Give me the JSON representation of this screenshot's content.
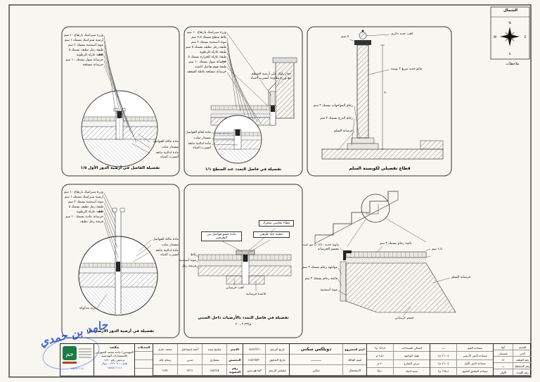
{
  "compass": {
    "title": "الشمال",
    "notes": "ملاحظات",
    "n": "N",
    "s": "S",
    "e": "E",
    "w": "W"
  },
  "p1": {
    "layers": [
      "وزرة سيراميك بارتفاع ١٠ سم",
      "أرضية سيراميك بسمك ١ سم",
      "مونة أسمنتية بسمك ٢ سم",
      "طبقة رمل نظيف بسمك ٥ سم",
      "طبقة عازلة للرطوبة",
      "خرسانة ميول بسمك ١٠ سم",
      "خرسانة مسلحة"
    ],
    "side": [
      "مادة مالئة للفواصل",
      "مسمار صلب",
      "مادة لدائنية مانعة لتسرب المياه"
    ],
    "caption": "تفصيلة الفاصل في أرضية الدور الأول ١/٥"
  },
  "p2": {
    "layers": [
      "وزرة سيراميك بارتفاع ١٠ سم",
      "بلاط سطح بسمك ٢,٥ سم",
      "مونة أسمنتية بسمك ٢ سم",
      "طبقة رمل نظيف بسمك ٥ سم",
      "طبقة عازلة للرطوبة",
      "طبقة عازلة للحرارة بسمك ٥ سم",
      "خرسانة ميول بسمك ١٠ سم",
      "طبقة فوم بفاصل التمدد",
      "خرسانة مسلحة بلاطة السقف"
    ],
    "note1": "جدار بلوك على أرضية السطح",
    "note2": "مع وزرة مقاومة لتسرب المياه",
    "side": [
      "مادة لحام الفواصل",
      "مسمار صلب",
      "مادة لدائنية مانعة لتسرب المياه"
    ],
    "caption": "تفصيلة في فاصل التمدد عند السطح ١/١"
  },
  "p3": {
    "top_label": "كعب حديد دائري",
    "post_label": "قائم حديد مربع ٢ بوصة",
    "dim": "٩٠",
    "dim2": "٥ سم",
    "left": [
      "رخام المواجهات بسمك ٢ سم",
      "رخام الدرج بسمك ٣ سم",
      "خرسانة السلم"
    ],
    "caption": "قطاع تفصيلي لكوبستة السلم"
  },
  "p4": {
    "layers": [
      "وزرة سيراميك بارتفاع ١٠ سم",
      "أرضية سيراميك بسمك ١ سم",
      "مونة أسمنتية بسمك ٢ سم",
      "طبقة رمل نظيف بسمك ٥ سم",
      "طبقة عازلة للرطوبة",
      "خرسانة عادية بسمك ١٠ سم",
      "فرشة رمل نظيف"
    ],
    "side": [
      "مادة مالئة للفواصل",
      "مسمار صلب",
      "مادة لدائنية مانعة لتسرب المياه"
    ],
    "bottom": "تربة مدكوكة",
    "caption": "تفصيلة في أرضية الدور الأرضي ١/٨"
  },
  "p5": {
    "box1": "مادة حشو فواصل من الطرفين",
    "box2": "حشية جلد طبيعي",
    "box3": "غطاء نحاسي متحرك",
    "left": [
      "بلاط",
      "مونة أسمنتية",
      "فرشة رمل"
    ],
    "bottom": [
      "كعب خرساني",
      "قاعدة خرسانية"
    ],
    "caption": "تفصيلة في فاصل التمدد بالأرضيات داخل المبنى",
    "ref": "م/٢,٣٣ ـ ٢٠"
  },
  "p6": {
    "labels": [
      "زاوية حديد ٤٠×٤٠ مم تثبت بجسم الخرسانة",
      "نائمة رخام بسمك ٣ سم",
      "مواجهة رخام بسمك ٢ سم",
      "قائمة رخام بسمك ٢ سم",
      "مونة أسمنتية",
      "خرسانة السلم",
      "جسم خرساني"
    ],
    "dim": "١,٥ سم"
  },
  "tb": {
    "office": {
      "l1": "مكتب",
      "l2": "المهندس/ حامد محمد الشهراني",
      "l3": "للاستشارات الهندسية",
      "l4": "ترخيص رقم ١٨٦٠",
      "phone": "هاتف ٢٢٩٠٦٤١ ـ جوال ٠٥٥٥٨١٦٠٤١"
    },
    "rev": "التعديلات",
    "people": {
      "h_name": "الاسم",
      "h_spec": "التخصص",
      "h_no": "رقم العضوية",
      "p": [
        {
          "name": "سامح سعد",
          "spec": "معماري",
          "no": "١٨٤٢٤٧"
        },
        {
          "name": "أحمد إسماعيل",
          "spec": "مدني",
          "no": "٣٣٦١"
        },
        {
          "name": "محمد حازم",
          "spec": "رسام عام",
          "no": "٩٦٧١"
        }
      ]
    },
    "dates": [
      {
        "lbl": "تاريخ الرسم",
        "val": "١٤٤٢/٢/٦"
      },
      {
        "lbl": "تاريخ التدقيق",
        "val": "١٤٤٢/٥/٣٠"
      },
      {
        "lbl": "مقياس الرسم",
        "val": "كما هو مبين"
      }
    ],
    "project": {
      "lbl_name": "اسم المشروع",
      "name": "دوبلكس سكني",
      "lbl_owner": "اسم المالك",
      "owner": "ــــــــــــ",
      "lbl_use": "الاستعمال",
      "use": "سكني"
    },
    "areas_l": [
      {
        "lbl": "إجمالي المساحات",
        "val": "٦٥٦,٨ م٢"
      },
      {
        "lbl": "طول الواجهة",
        "val": "٩,٨١ م"
      },
      {
        "lbl": "عرض الشارع",
        "val": "٢٠ م"
      },
      {
        "lbl": "نسبة البناء",
        "val": "٦٠%"
      }
    ],
    "areas_r": [
      {
        "lbl": "مساحة القبو",
        "val": "ـــ"
      },
      {
        "lbl": "مساحة الدور الأرضي",
        "val": "٢٦٠,٧ م٢"
      },
      {
        "lbl": "مساحة الدور الأول",
        "val": "٢٦٠,٧ م٢"
      },
      {
        "lbl": "مساحة الملحق العلوي",
        "val": "١٣٥,٤ م٢"
      }
    ],
    "site": [
      {
        "lbl": "المدينة",
        "val": "أبها"
      },
      {
        "lbl": "الحي",
        "val": "شمسان"
      },
      {
        "lbl": "رقم القطعة",
        "val": "٤٢"
      },
      {
        "lbl": "رقم المخطط",
        "val": "ـــ"
      },
      {
        "lbl": "رقم اللوحة",
        "val": "الأولى"
      }
    ]
  },
  "stamp": {
    "sig": "حامد بن حمدي",
    "logo_text": "حم",
    "phone": "٠٥٥٥٨١٦٠٤١"
  }
}
